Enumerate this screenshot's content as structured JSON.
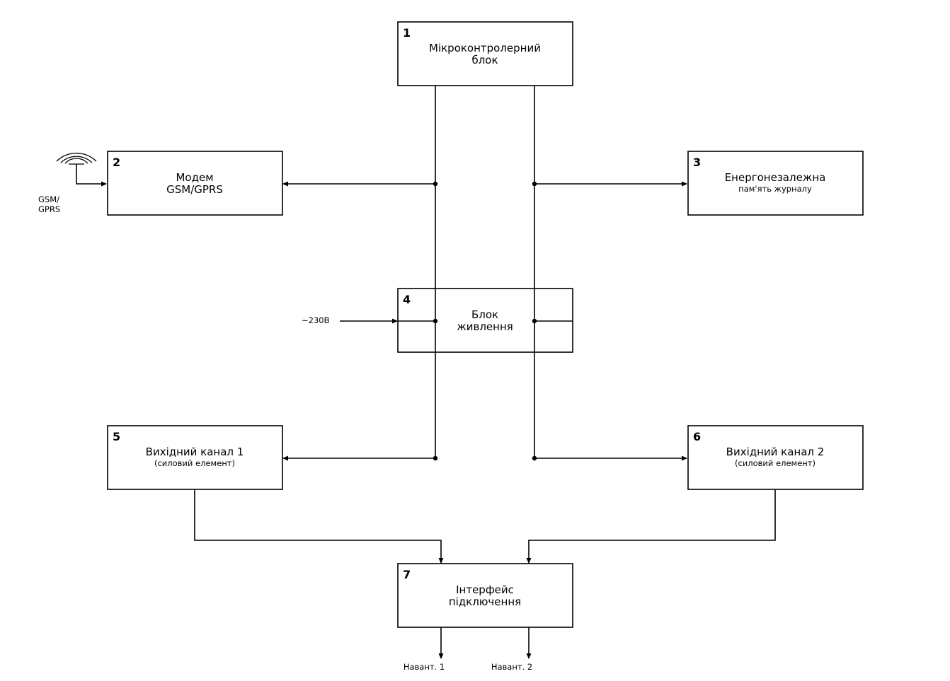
{
  "blocks": {
    "b1": {
      "number": "1",
      "line1": "Мікроконтролерний",
      "line2": "блок"
    },
    "b2": {
      "number": "2",
      "line1": "Модем",
      "line2": "GSM/GPRS"
    },
    "b3": {
      "number": "3",
      "line1": "Енергонезалежна",
      "line2": "пам'ять журналу"
    },
    "b4": {
      "number": "4",
      "line1": "Блок",
      "line2": "живлення"
    },
    "b5": {
      "number": "5",
      "line1": "Вихідний канал 1",
      "line2": "(силовий елемент)"
    },
    "b6": {
      "number": "6",
      "line1": "Вихідний канал 2",
      "line2": "(силовий елемент)"
    },
    "b7": {
      "number": "7",
      "line1": "Інтерфейс",
      "line2": "підключення"
    }
  },
  "labels": {
    "gsm_line1": "GSM/",
    "gsm_line2": "GPRS",
    "mains": "~230В",
    "load1": "Навант. 1",
    "load2": "Навант. 2"
  }
}
